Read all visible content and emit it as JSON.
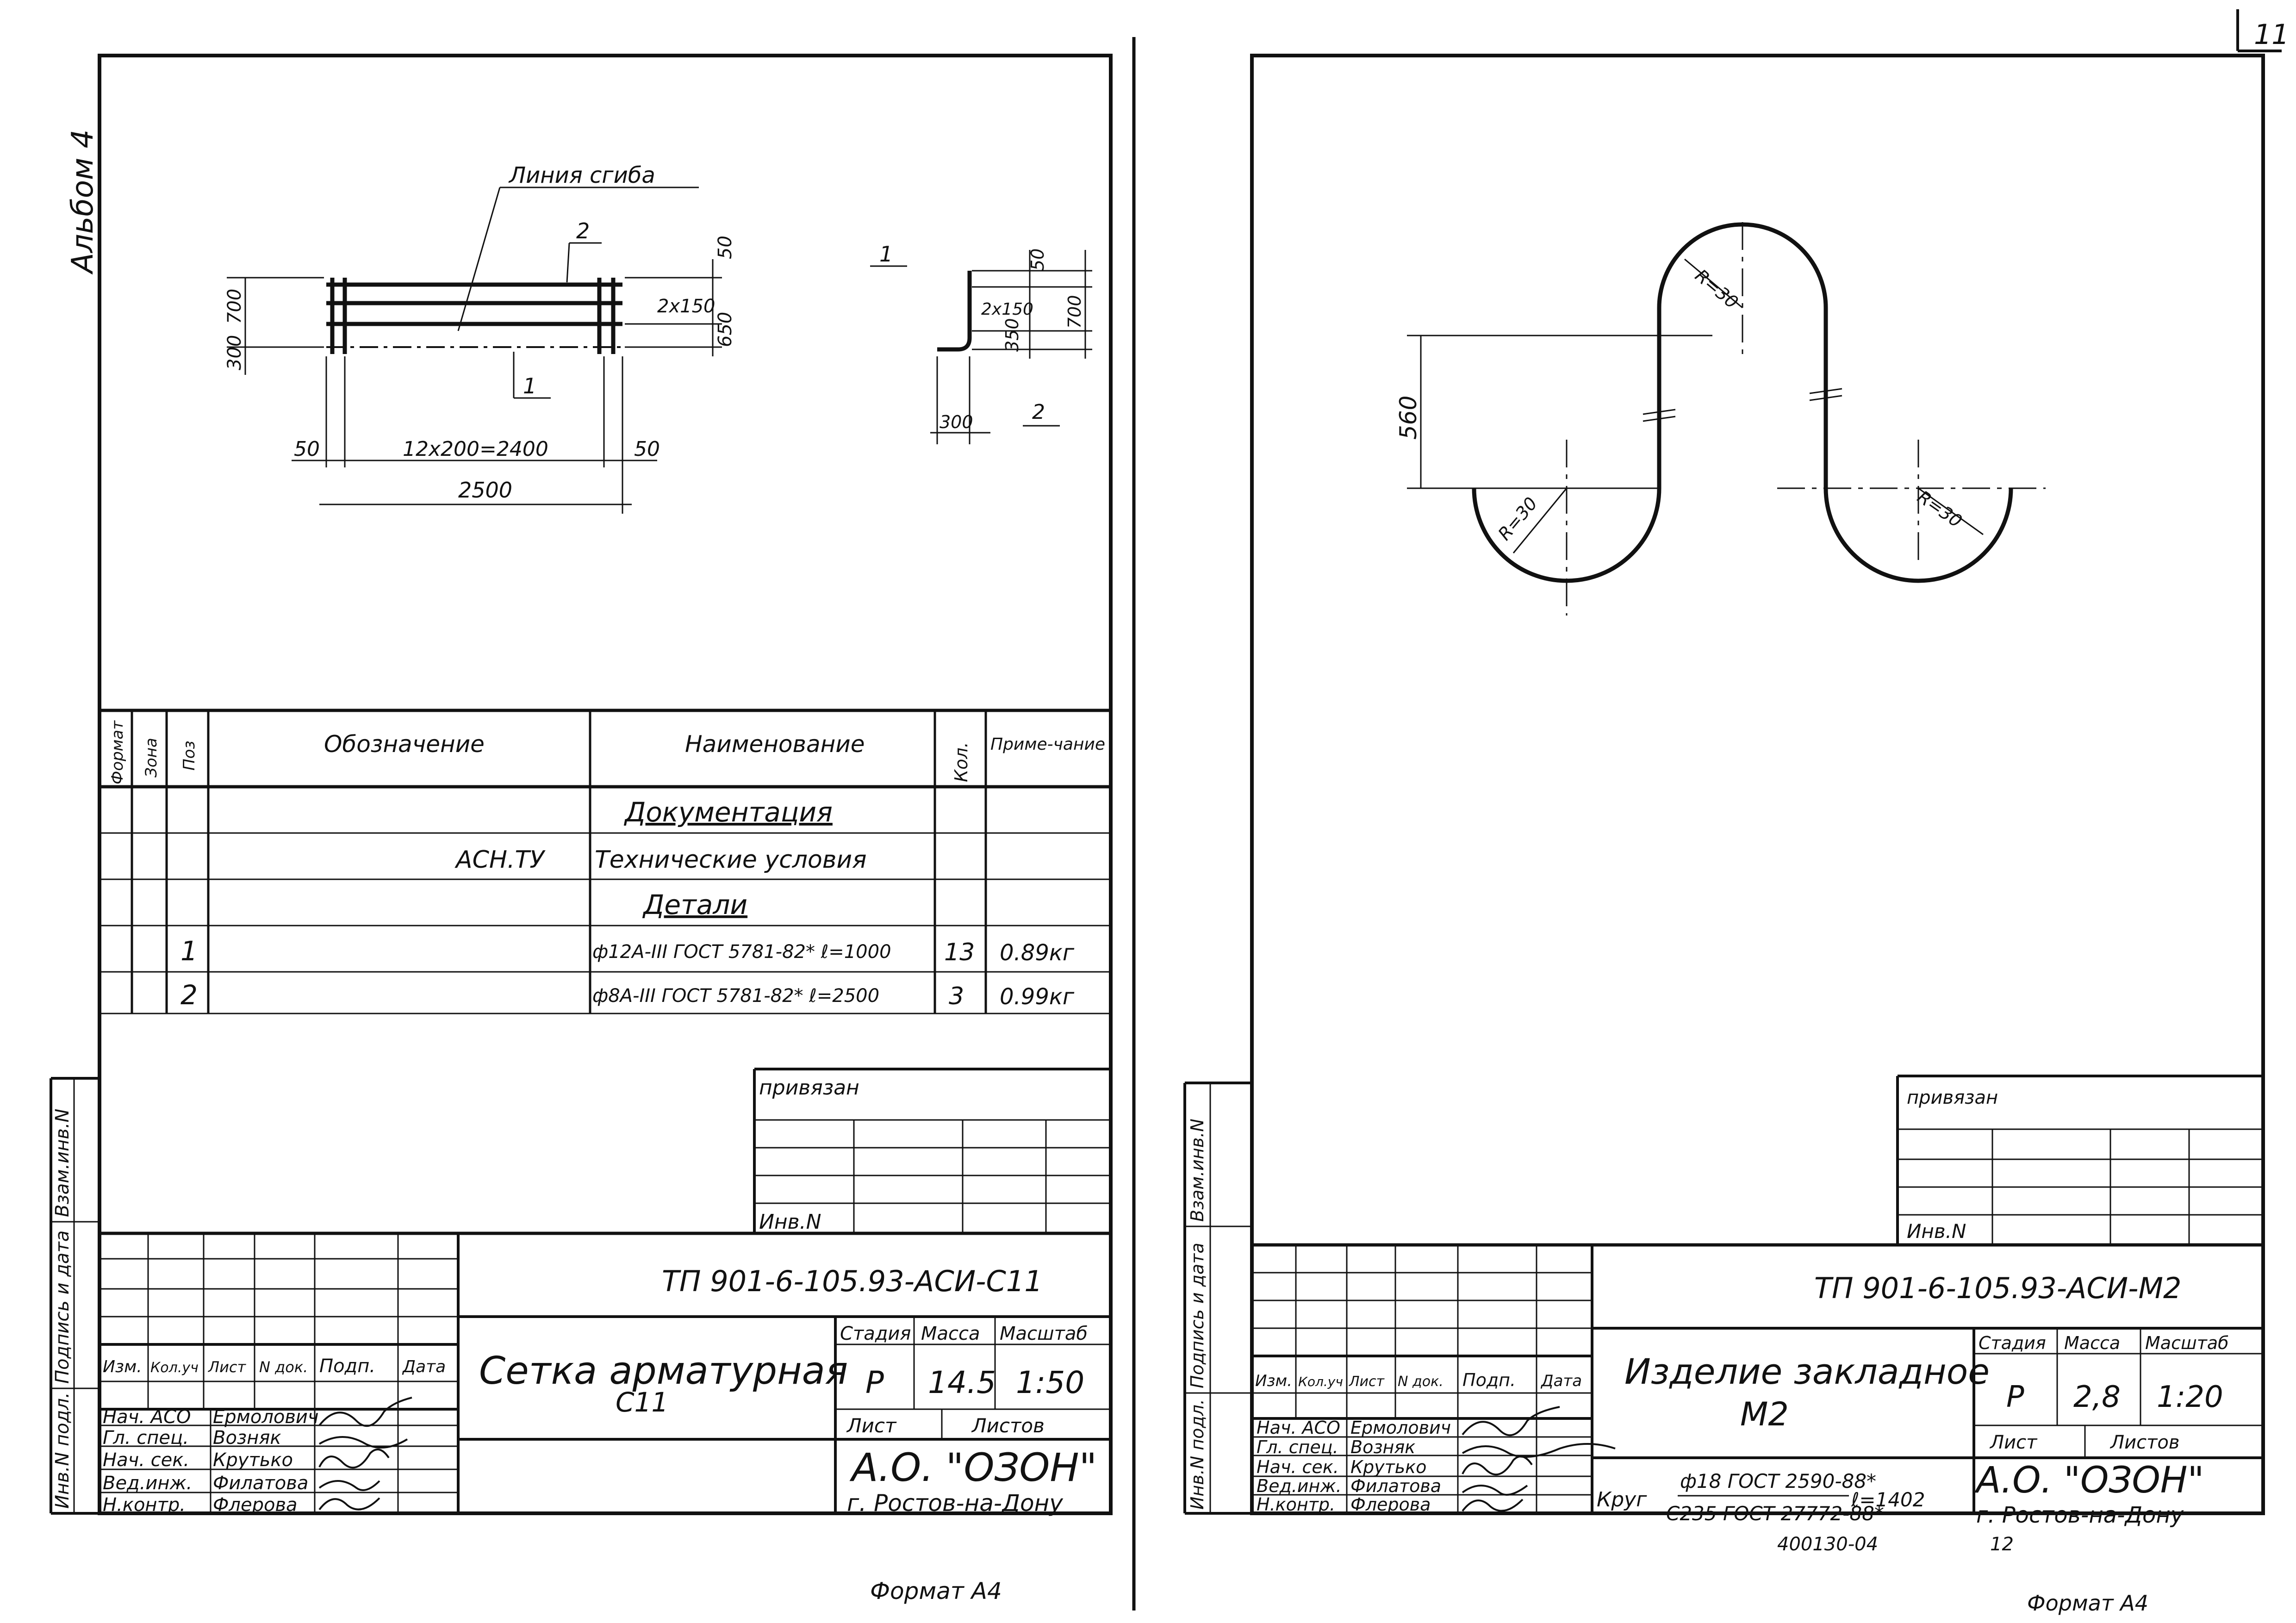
{
  "page_number": "11",
  "album_label": "Альбом 4",
  "left_sheet": {
    "drawing": {
      "bend_line_label": "Линия сгиба",
      "callout_1": "1",
      "callout_2": "2",
      "dim_300": "300",
      "dim_700": "700",
      "dim_50_top": "50",
      "dim_2x150": "2х150",
      "dim_650": "650",
      "dim_50_left": "50",
      "dim_12x200": "12х200=2400",
      "dim_50_right": "50",
      "dim_2500": "2500",
      "section_label": "1",
      "section_dim_50": "50",
      "section_dim_2x150": "2х150",
      "section_dim_350": "350",
      "section_dim_700": "700",
      "section_dim_300": "300",
      "section_callout_2": "2"
    },
    "spec_table": {
      "headers": [
        "Формат",
        "Зона",
        "Поз",
        "Обозначение",
        "Наименование",
        "Кол.",
        "Примечание"
      ],
      "header_naim": "Наименование",
      "header_note": "Приме-чание",
      "rows": [
        {
          "pos": "",
          "designation": "",
          "name": "Документация",
          "qty": "",
          "note": ""
        },
        {
          "pos": "",
          "designation": "АСН.ТУ",
          "name": "Технические условия",
          "qty": "",
          "note": ""
        },
        {
          "pos": "",
          "designation": "",
          "name": "Детали",
          "qty": "",
          "note": ""
        },
        {
          "pos": "1",
          "designation": "",
          "name": "ф12А-III ГОСТ 5781-82* ℓ=1000",
          "qty": "13",
          "note": "0.89кг"
        },
        {
          "pos": "2",
          "designation": "",
          "name": "ф8А-III ГОСТ 5781-82* ℓ=2500",
          "qty": "3",
          "note": "0.99кг"
        }
      ]
    },
    "stamp": {
      "privyazan": "привязан",
      "inv_no": "Инв.N",
      "doc_code": "ТП 901-6-105.93-АСИ-С11",
      "title": "Сетка арматурная",
      "subtitle": "С11",
      "col_izm": "Изм.",
      "col_kol": "Кол.уч",
      "col_list": "Лист",
      "col_ndok": "N док.",
      "col_podp": "Подп.",
      "col_data": "Дата",
      "stage_label": "Стадия",
      "mass_label": "Масса",
      "scale_label": "Масштаб",
      "stage": "Р",
      "mass": "14.5",
      "scale": "1:50",
      "sheet_label": "Лист",
      "sheets_label": "Листов",
      "org": "А.О. \"ОЗОН\"",
      "city": "г. Ростов-на-Дону",
      "signers": [
        {
          "role": "Нач. АСО",
          "name": "Ермолович"
        },
        {
          "role": "Гл. спец.",
          "name": "Возняк"
        },
        {
          "role": "Нач. сек.",
          "name": "Крутько"
        },
        {
          "role": "Вед.инж.",
          "name": "Филатова"
        },
        {
          "role": "Н.контр.",
          "name": "Флерова"
        }
      ]
    },
    "side_labels": [
      "Взам.инв.N",
      "Подпись и дата",
      "Инв.N подл."
    ],
    "format_label": "Формат А4"
  },
  "right_sheet": {
    "drawing": {
      "dim_560": "560",
      "radius_top": "R=30",
      "radius_left": "R=30",
      "radius_right": "R=30"
    },
    "stamp": {
      "privyazan": "привязан",
      "inv_no": "Инв.N",
      "doc_code": "ТП 901-6-105.93-АСИ-М2",
      "title": "Изделие закладное",
      "subtitle": "М2",
      "material_prefix": "Круг",
      "material_top": "ф18 ГОСТ 2590-88*",
      "material_bottom": "С235 ГОСТ 27772-88*",
      "material_length": "ℓ=1402",
      "col_izm": "Изм.",
      "col_kol": "Кол.уч",
      "col_list": "Лист",
      "col_ndok": "N док.",
      "col_podp": "Подп.",
      "col_data": "Дата",
      "stage_label": "Стадия",
      "mass_label": "Масса",
      "scale_label": "Масштаб",
      "stage": "Р",
      "mass": "2,8",
      "scale": "1:20",
      "sheet_label": "Лист",
      "sheets_label": "Листов",
      "org": "А.О. \"ОЗОН\"",
      "city": "г. Ростов-на-Дону",
      "signers": [
        {
          "role": "Нач. АСО",
          "name": "Ермолович"
        },
        {
          "role": "Гл. спец.",
          "name": "Возняк"
        },
        {
          "role": "Нач. сек.",
          "name": "Крутько"
        },
        {
          "role": "Вед.инж.",
          "name": "Филатова"
        },
        {
          "role": "Н.контр.",
          "name": "Флерова"
        }
      ]
    },
    "side_labels": [
      "Взам.инв.N",
      "Подпись и дата",
      "Инв.N подл."
    ],
    "footer_code": "400130-04",
    "footer_num": "12",
    "format_label": "Формат А4"
  }
}
